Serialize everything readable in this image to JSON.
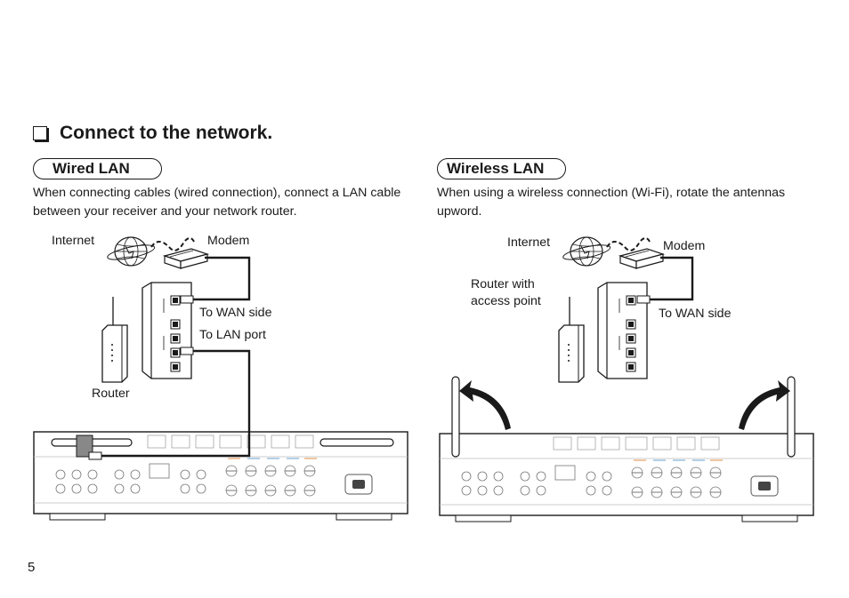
{
  "section": {
    "title": "Connect to the network."
  },
  "wired": {
    "heading": "Wired LAN",
    "description": "When connecting cables (wired connection), connect a LAN cable between your receiver and your network router.",
    "labels": {
      "internet": "Internet",
      "modem": "Modem",
      "to_wan_side": "To WAN side",
      "to_lan_port": "To LAN port",
      "router": "Router"
    }
  },
  "wireless": {
    "heading": "Wireless LAN",
    "description": "When using a wireless connection (Wi-Fi), rotate the antennas upword.",
    "labels": {
      "internet": "Internet",
      "modem": "Modem",
      "router_with_access_point": "Router with access point",
      "to_wan_side": "To WAN side"
    }
  },
  "page": {
    "number": "5"
  },
  "icons": [
    "checkbox-icon",
    "globe-icon",
    "modem-icon",
    "router-icon",
    "receiver-rear-panel",
    "antenna-icon",
    "rotate-arrow-icon"
  ],
  "colors": {
    "text": "#1a1a1a",
    "background": "#ffffff"
  }
}
